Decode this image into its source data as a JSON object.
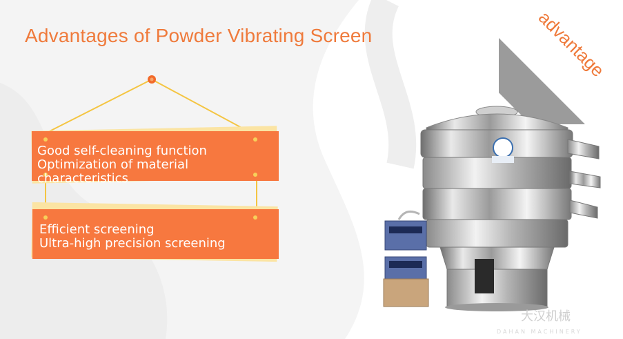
{
  "header": {
    "title": "Advantages of Powder Vibrating Screen"
  },
  "ribbon": {
    "label": "advantage"
  },
  "boards": [
    {
      "line1": "Good self-cleaning function",
      "line2": "Optimization of material characteristics"
    },
    {
      "line1": "Efficient screening",
      "line2": "Ultra-high precision screening"
    }
  ],
  "watermark": {
    "logo_text": "大汉机械",
    "sub_text": "DAHAN MACHINERY"
  },
  "colors": {
    "accent": "#ef7a3b",
    "board": "#f7783f",
    "ribbon": "#9b9b9b",
    "string": "#f4c542"
  }
}
